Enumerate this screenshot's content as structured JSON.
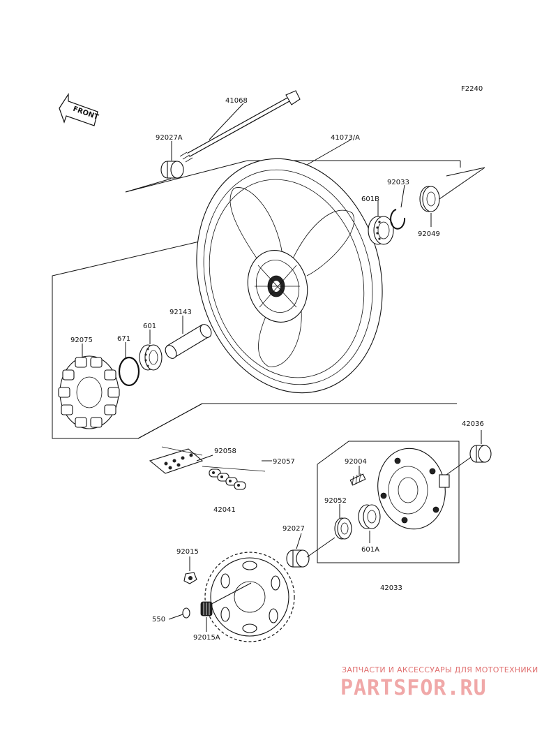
{
  "diagram": {
    "code": "F2240",
    "front_label": "FRONT",
    "parts": [
      {
        "id": "p41068",
        "label": "41068"
      },
      {
        "id": "p92027a",
        "label": "92027A"
      },
      {
        "id": "p41073a",
        "label": "41073/A"
      },
      {
        "id": "p92033",
        "label": "92033"
      },
      {
        "id": "p601b",
        "label": "601B"
      },
      {
        "id": "p92049",
        "label": "92049"
      },
      {
        "id": "p92143",
        "label": "92143"
      },
      {
        "id": "p601",
        "label": "601"
      },
      {
        "id": "p671",
        "label": "671"
      },
      {
        "id": "p92075",
        "label": "92075"
      },
      {
        "id": "p42036",
        "label": "42036"
      },
      {
        "id": "p92058",
        "label": "92058"
      },
      {
        "id": "p92057",
        "label": "92057"
      },
      {
        "id": "p92004",
        "label": "92004"
      },
      {
        "id": "p42041",
        "label": "42041"
      },
      {
        "id": "p92052",
        "label": "92052"
      },
      {
        "id": "p92027",
        "label": "92027"
      },
      {
        "id": "p601a",
        "label": "601A"
      },
      {
        "id": "p92015",
        "label": "92015"
      },
      {
        "id": "p42033",
        "label": "42033"
      },
      {
        "id": "p550",
        "label": "550"
      },
      {
        "id": "p92015a",
        "label": "92015A"
      }
    ]
  },
  "watermark": {
    "tagline": "ЗАПЧАСТИ И АКСЕССУАРЫ ДЛЯ МОТОТЕХНИКИ",
    "brand": "PARTSFOR.RU"
  }
}
